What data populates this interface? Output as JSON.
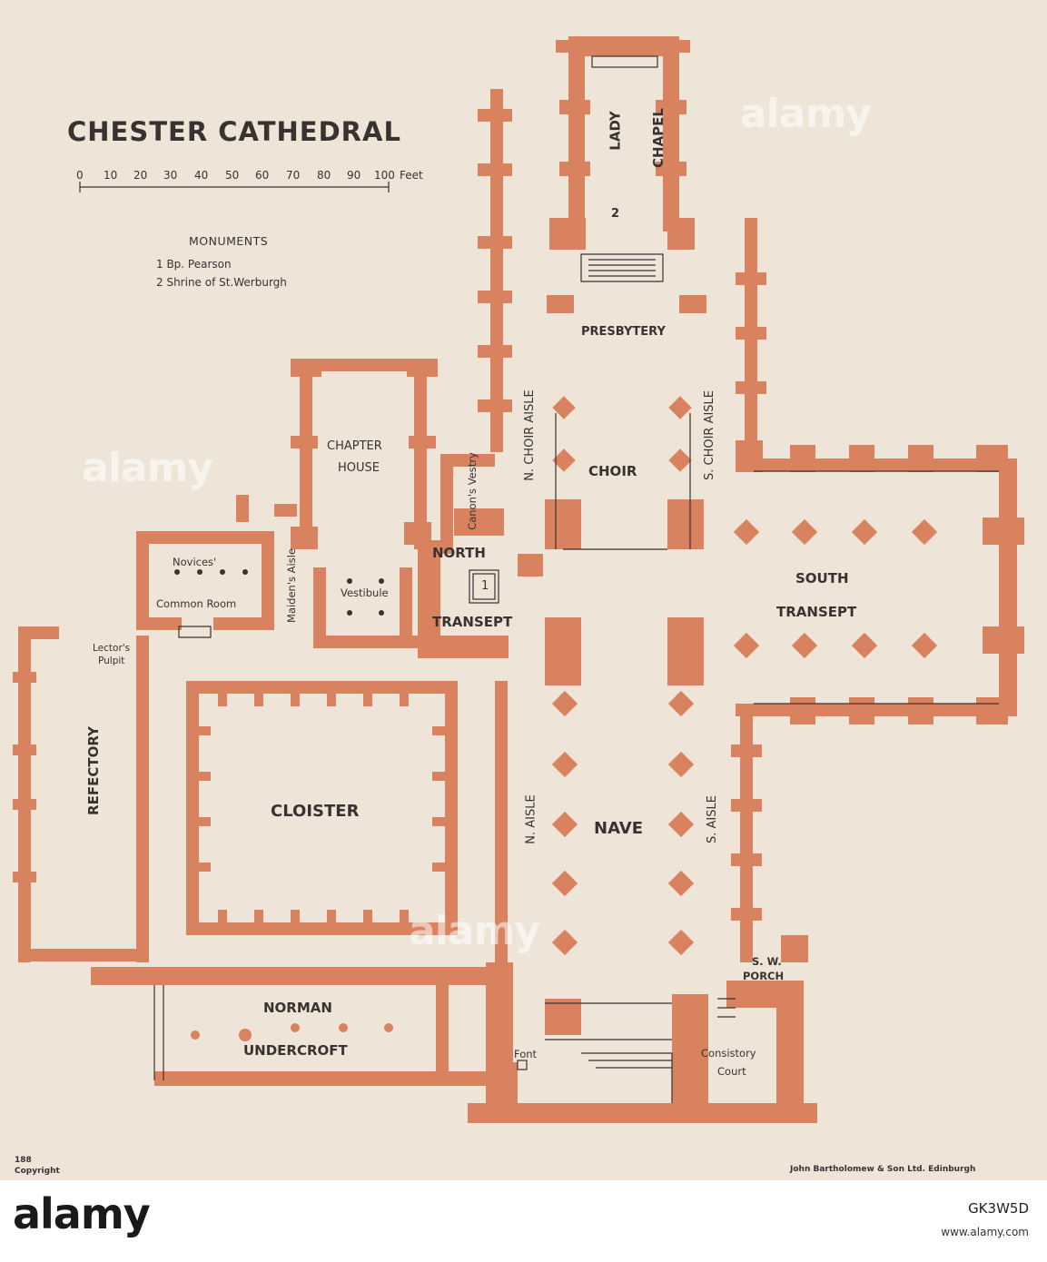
{
  "map": {
    "title": "CHESTER CATHEDRAL",
    "scale": {
      "ticks": [
        "0",
        "10",
        "20",
        "30",
        "40",
        "50",
        "60",
        "70",
        "80",
        "90",
        "100"
      ],
      "unit": "Feet"
    },
    "legend": {
      "heading": "MONUMENTS",
      "items": [
        "1 Bp. Pearson",
        "2 Shrine of St.Werburgh"
      ]
    },
    "rooms": {
      "lady_chapel_1": "LADY",
      "lady_chapel_2": "CHAPEL",
      "presbytery": "PRESBYTERY",
      "n_choir_aisle": "N. CHOIR AISLE",
      "s_choir_aisle": "S. CHOIR AISLE",
      "choir": "CHOIR",
      "chapter_1": "CHAPTER",
      "chapter_2": "HOUSE",
      "canons_vestry": "Canon's Vestry",
      "maidens_aisle": "Maiden's Aisle",
      "vestibule": "Vestibule",
      "novices_1": "Novices'",
      "novices_2": "Common Room",
      "north_1": "NORTH",
      "north_2": "TRANSEPT",
      "south_1": "SOUTH",
      "south_2": "TRANSEPT",
      "lectors_1": "Lector's",
      "lectors_2": "Pulpit",
      "refectory": "REFECTORY",
      "cloister": "CLOISTER",
      "n_aisle": "N. AISLE",
      "nave": "NAVE",
      "s_aisle": "S. AISLE",
      "norman_1": "NORMAN",
      "norman_2": "UNDERCROFT",
      "font": "Font",
      "sw_porch_1": "S. W.",
      "sw_porch_2": "PORCH",
      "consistory_1": "Consistory",
      "consistory_2": "Court",
      "monument_1": "1",
      "monument_2": "2"
    },
    "footer": {
      "page": "188",
      "copyright": "Copyright",
      "publisher": "John Bartholomew & Son Ltd. Edinburgh"
    },
    "colors": {
      "paper": "#eee4d8",
      "wall": "#d98260",
      "ink": "#3a3230"
    }
  },
  "stock": {
    "logo": "alamy",
    "image_id": "GK3W5D",
    "url": "www.alamy.com",
    "watermark": "alamy"
  }
}
